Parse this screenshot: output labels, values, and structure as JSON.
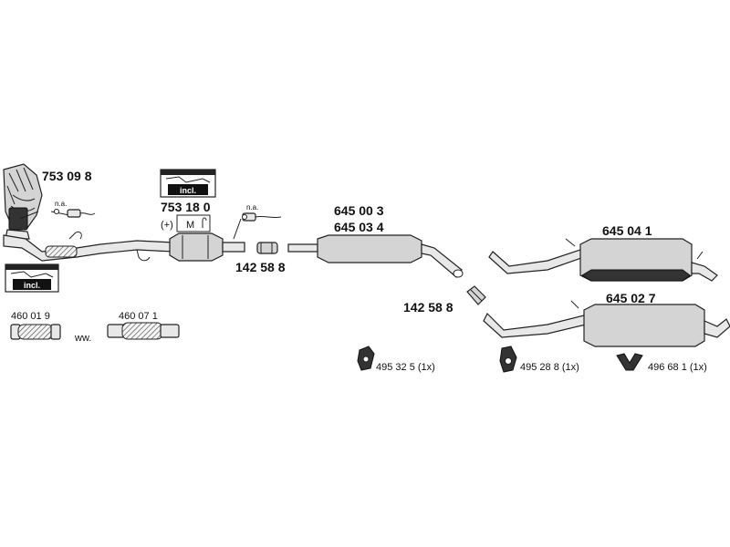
{
  "parts": {
    "manifold_part": "753 09 8",
    "manifold_na": "n.a.",
    "kit_incl_top": "incl.",
    "kit_incl_left": "incl.",
    "cat_part": "753 18 0",
    "cat_plus": "(+)",
    "cat_m": "M",
    "cat_na": "n.a.",
    "clamp_1": "142 58 8",
    "middle_part_a": "645 00 3",
    "middle_part_b": "645 03 4",
    "clamp_2": "142 58 8",
    "rear_part_a": "645 04 1",
    "rear_part_b": "645 02 7",
    "flex_a": "460 01 9",
    "flex_ww": "ww.",
    "flex_b": "460 07 1",
    "hanger_a": "495 32 5 (1x)",
    "hanger_b": "495 28 8 (1x)",
    "hanger_c": "496 68 1 (1x)"
  }
}
